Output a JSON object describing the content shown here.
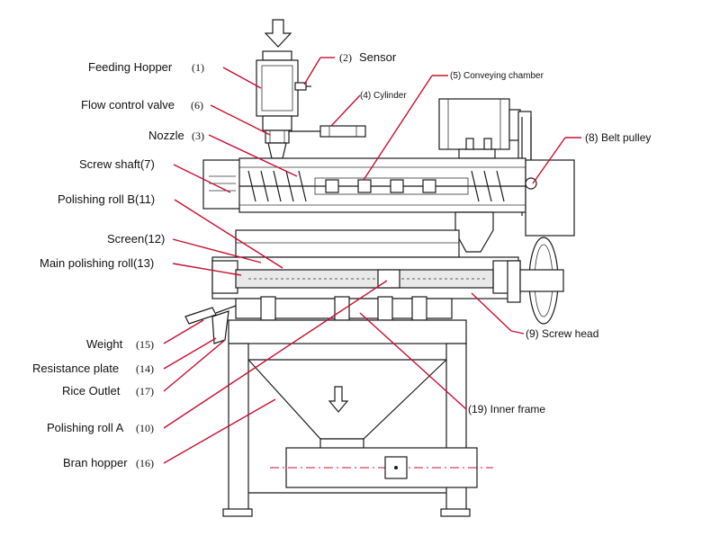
{
  "colors": {
    "leader": "#c8102e",
    "line": "#1a1a1a",
    "center_line": "#c8102e"
  },
  "labels": {
    "feeding_hopper": "Feeding Hopper",
    "feeding_hopper_num": "(1)",
    "sensor_num": "(2)",
    "sensor": "Sensor",
    "flow_control_valve": "Flow control valve",
    "flow_control_valve_num": "(6)",
    "cylinder": "(4) Cylinder",
    "conveying_chamber": "(5) Conveying chamber",
    "nozzle": "Nozzle",
    "nozzle_num": "(3)",
    "belt_pulley": "(8) Belt pulley",
    "screw_shaft": "Screw shaft(7)",
    "polishing_roll_b": "Polishing roll B(11)",
    "screen": "Screen(12)",
    "main_polishing_roll": "Main polishing roll(13)",
    "screw_head": "(9) Screw head",
    "weight": "Weight",
    "weight_num": "(15)",
    "resistance_plate": "Resistance plate",
    "resistance_plate_num": "(14)",
    "rice_outlet": "Rice Outlet",
    "rice_outlet_num": "(17)",
    "inner_frame": "(19) Inner frame",
    "polishing_roll_a": "Polishing roll A",
    "polishing_roll_a_num": "(10)",
    "bran_hopper": "Bran hopper",
    "bran_hopper_num": "(16)"
  }
}
